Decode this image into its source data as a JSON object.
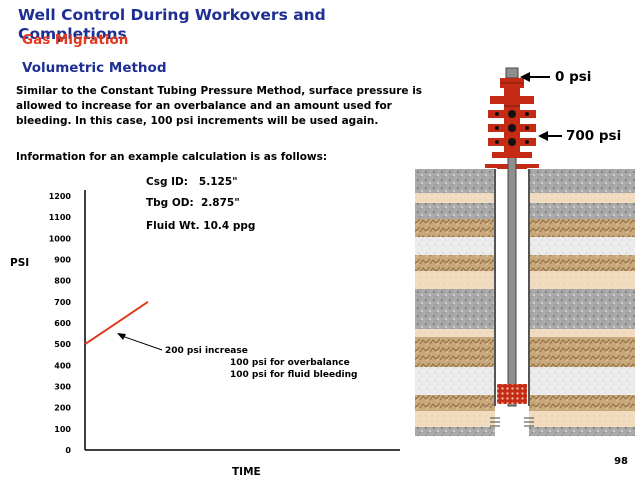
{
  "slide": {
    "title": "Well Control During Workovers and Completions",
    "subtitle": "Gas Migration",
    "section": "Volumetric Method",
    "paragraph": "Similar to the Constant Tubing Pressure Method, surface pressure is allowed to increase for an overbalance and an amount used for bleeding. In this case, 100 psi increments will be used again.",
    "info": "Information for an example calculation is as follows:",
    "page_number": "98",
    "colors": {
      "title": "#1d2f93",
      "subtitle": "#e2391d",
      "line": "#e2391d"
    }
  },
  "parameters": [
    {
      "label": "Csg ID:",
      "value": "5.125\""
    },
    {
      "label": "Tbg OD:",
      "value": "2.875\""
    },
    {
      "label": "Fluid Wt.",
      "value": "10.4 ppg"
    }
  ],
  "well": {
    "tubing_pressure": "0 psi",
    "casing_pressure": "700 psi"
  },
  "annotation": {
    "main": "200 psi increase",
    "line1": "100 psi for overbalance",
    "line2": "100 psi for fluid bleeding"
  },
  "chart_data": {
    "type": "line",
    "ylabel": "PSI",
    "xlabel": "TIME",
    "ylim": [
      0,
      1200
    ],
    "yticks": [
      "0",
      "100",
      "200",
      "300",
      "400",
      "500",
      "600",
      "700",
      "800",
      "900",
      "1000",
      "1100",
      "1200"
    ],
    "series": [
      {
        "x": [
          0,
          1
        ],
        "y": [
          500,
          700
        ]
      }
    ],
    "xlim": [
      0,
      5
    ]
  }
}
